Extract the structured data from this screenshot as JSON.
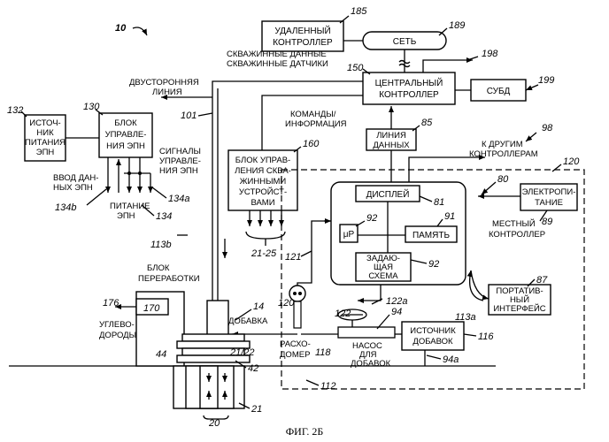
{
  "figure": {
    "ref_main": "10",
    "caption": "ФИГ. 2Б"
  },
  "blocks": {
    "remote_controller": {
      "label": [
        "УДАЛЕННЫЙ",
        "КОНТРОЛЛЕР"
      ],
      "ref": "185"
    },
    "network": {
      "label": "СЕТЬ",
      "ref": "189"
    },
    "central_controller": {
      "label": [
        "ЦЕНТРАЛЬНЫЙ",
        "КОНТРОЛЛЕР"
      ],
      "ref": "150"
    },
    "dbms": {
      "label": "СУБД",
      "ref": "199"
    },
    "data_line": {
      "label": [
        "ЛИНИЯ",
        "ДАННЫХ"
      ],
      "ref": "85"
    },
    "epn_power_source": {
      "label": [
        "ИСТОЧ-",
        "НИК",
        "ПИТАНИЯ",
        "ЭПН"
      ],
      "ref": "132"
    },
    "epn_control_block": {
      "label": [
        "БЛОК",
        "УПРАВЛЕ-",
        "НИЯ ЭПН"
      ],
      "ref": "130"
    },
    "well_device_control": {
      "label": [
        "БЛОК УПРАВ-",
        "ЛЕНИЯ СКВА-",
        "ЖИННЫМИ",
        "УСТРОЙСТ-",
        "ВАМИ"
      ],
      "ref": "160"
    },
    "display": {
      "label": "ДИСПЛЕЙ",
      "ref": "81"
    },
    "microprocessor": {
      "label": "μP",
      "ref": "92"
    },
    "memory": {
      "label": "ПАМЯТЬ",
      "ref": "91"
    },
    "setpoint_circuit": {
      "label": [
        "ЗАДАЮ-",
        "ЩАЯ",
        "СХЕМА"
      ],
      "ref": "92"
    },
    "power_supply": {
      "label": [
        "ЭЛЕКТРОПИ-",
        "ТАНИЕ"
      ],
      "ref": "89"
    },
    "portable_interface": {
      "label": [
        "ПОРТАТИВ-",
        "НЫЙ",
        "ИНТЕРФЕЙС"
      ],
      "ref": "87"
    },
    "additive_source": {
      "label": [
        "ИСТОЧНИК",
        "ДОБАВОК"
      ],
      "ref": "116"
    },
    "processing_unit": {
      "label": "170"
    }
  },
  "labels": {
    "well_data": [
      "СКВАЖИННЫЕ ДАННЫЕ",
      "СКВАЖИННЫЕ ДАТЧИКИ"
    ],
    "bidirectional_line": [
      "ДВУСТОРОННЯЯ",
      "ЛИНИЯ"
    ],
    "commands": [
      "КОМАНДЫ/",
      "ИНФОРМАЦИЯ"
    ],
    "to_other_controllers": [
      "К ДРУГИМ",
      "КОНТРОЛЛЕРАМ"
    ],
    "epn_control_signals": [
      "СИГНАЛЫ",
      "УПРАВЛЕ-",
      "НИЯ ЭПН"
    ],
    "epn_data_input": [
      "ВВОД ДАН-",
      "НЫХ ЭПН"
    ],
    "epn_power": [
      "ПИТАНИЕ",
      "ЭПН"
    ],
    "local_controller": [
      "МЕСТНЫЙ",
      "КОНТРОЛЛЕР"
    ],
    "processing_block": [
      "БЛОК",
      "ПЕРЕРАБОТКИ"
    ],
    "hydrocarbons": [
      "УГЛЕВО-",
      "ДОРОДЫ"
    ],
    "additive": "ДОБАВКА",
    "flowmeter": [
      "РАСХО-",
      "ДОМЕР"
    ],
    "pump": [
      "НАСОС",
      "ДЛЯ",
      "ДОБАВОК"
    ],
    "range_21_25": "21-25"
  },
  "refs": {
    "r198": "198",
    "r101": "101",
    "r98": "98",
    "r120": "120",
    "r80": "80",
    "r134a": "134a",
    "r134b": "134b",
    "r134": "134",
    "r113b": "113b",
    "r121": "121",
    "r122a": "122a",
    "r122": "122",
    "r94": "94",
    "r113a": "113a",
    "r94a": "94a",
    "r112": "112",
    "r118": "118",
    "r120b": "120",
    "r14": "14",
    "r176": "176",
    "r44": "44",
    "r2122": "21/22",
    "r42": "42",
    "r21": "21",
    "r20": "20"
  }
}
